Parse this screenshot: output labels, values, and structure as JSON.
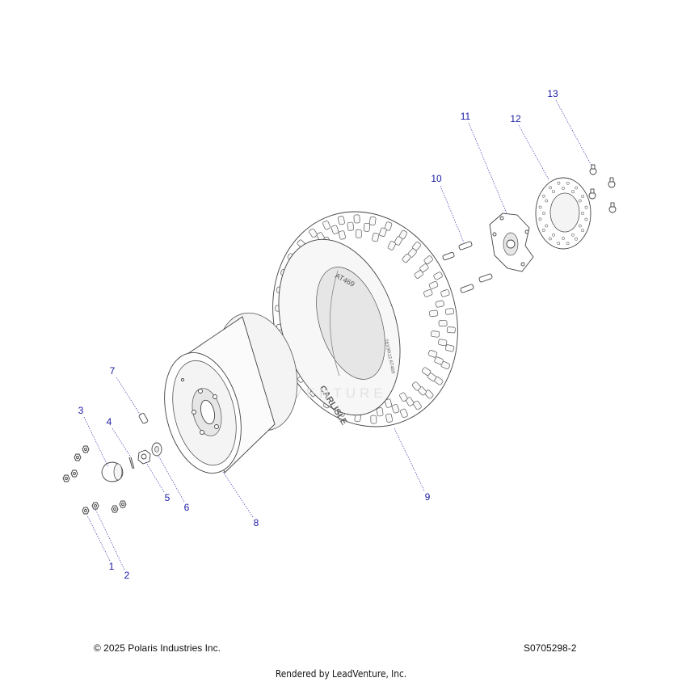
{
  "diagram": {
    "callouts": [
      {
        "num": "1"
      },
      {
        "num": "2"
      },
      {
        "num": "3"
      },
      {
        "num": "4"
      },
      {
        "num": "5"
      },
      {
        "num": "6"
      },
      {
        "num": "7"
      },
      {
        "num": "8"
      },
      {
        "num": "9"
      },
      {
        "num": "10"
      },
      {
        "num": "11"
      },
      {
        "num": "12"
      },
      {
        "num": "13"
      }
    ],
    "tire_text": {
      "model": "AT469",
      "brand": "CARLISLE",
      "size": "26X9R12 AT469"
    },
    "watermark": "LEADVENTURE"
  },
  "footer": {
    "copyright": "© 2025 Polaris Industries Inc.",
    "diagram_id": "S0705298-2",
    "rendered_by": "Rendered by LeadVenture, Inc."
  },
  "colors": {
    "callout": "#1a1aa6",
    "line_art": "#444444",
    "background": "#ffffff"
  }
}
